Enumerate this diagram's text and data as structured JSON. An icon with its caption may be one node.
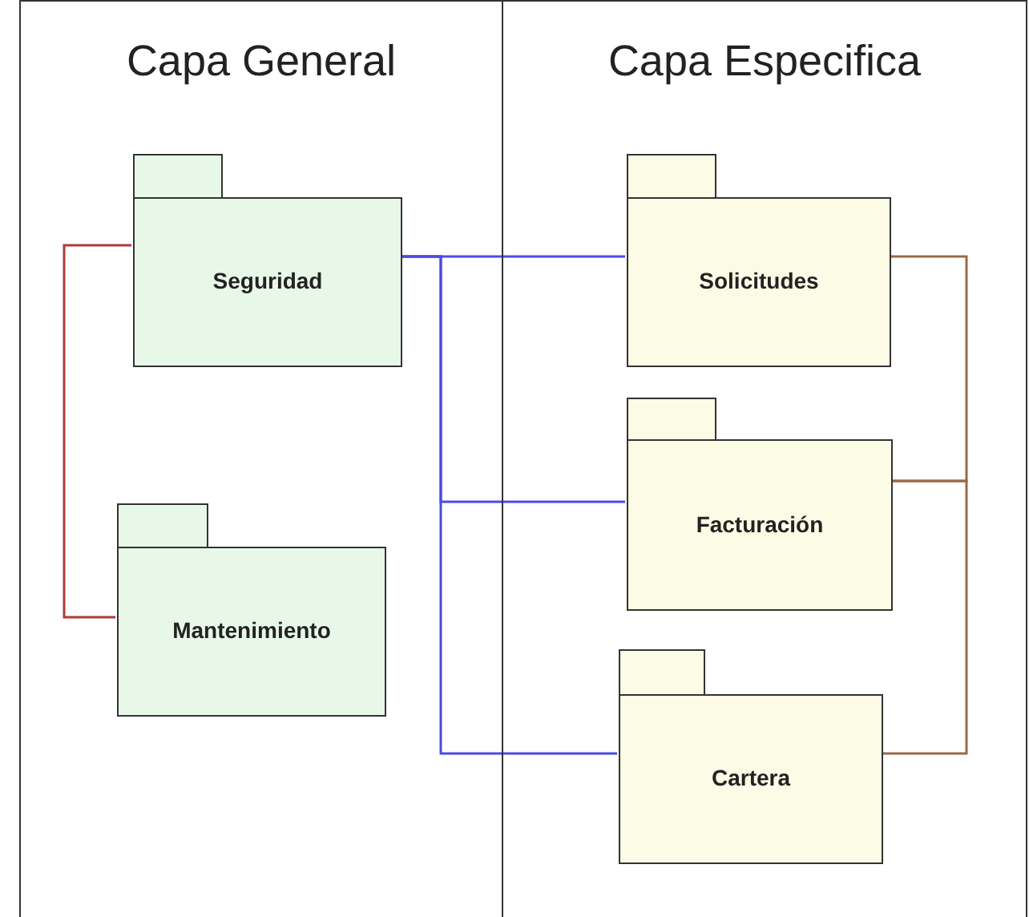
{
  "diagram": {
    "nodes": [
      {
        "text": [
          "Capa General"
        ]
      },
      {
        "text": [
          "Capa Especifica"
        ]
      },
      {
        "text": [
          "Seguridad"
        ],
        "in": 0
      },
      {
        "text": [
          "Mantenimiento"
        ],
        "in": 0
      },
      {
        "text": [
          "Solicitudes"
        ],
        "in": 1
      },
      {
        "text": [
          "Facturación"
        ],
        "in": 1
      },
      {
        "text": [
          "Cartera"
        ],
        "in": 1
      }
    ],
    "edges": [
      {
        "from": 2,
        "to": 3,
        "arrow": "none",
        "color": "#b03a3a"
      },
      {
        "from": 2,
        "to": 4,
        "arrow": "none"
      },
      {
        "from": 2,
        "to": 5,
        "arrow": "none"
      },
      {
        "from": 2,
        "to": 6,
        "arrow": "none"
      },
      {
        "from": 4,
        "to": 5,
        "arrow": "none",
        "color": "#9a6a4a"
      },
      {
        "from": 5,
        "to": 6,
        "arrow": "none",
        "color": "#9a6a4a"
      }
    ]
  }
}
